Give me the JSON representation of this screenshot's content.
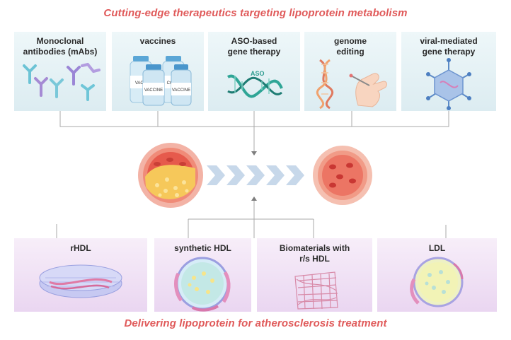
{
  "top_title": "Cutting-edge therapeutics targeting lipoprotein metabolism",
  "bottom_title": "Delivering lipoprotein for atherosclerosis treatment",
  "top_cards": [
    {
      "label_line1": "Monoclonal",
      "label_line2": "antibodies (mAbs)"
    },
    {
      "label_line1": "vaccines",
      "label_line2": ""
    },
    {
      "label_line1": "ASO-based",
      "label_line2": "gene therapy",
      "art_text": "ASO"
    },
    {
      "label_line1": "genome",
      "label_line2": "editing"
    },
    {
      "label_line1": "viral-mediated",
      "label_line2": "gene therapy"
    }
  ],
  "vial_labels": [
    "VACC",
    "VACCINE",
    "VACCINE",
    "CCINE"
  ],
  "bottom_cards": [
    {
      "label_line1": "rHDL",
      "label_line2": ""
    },
    {
      "label_line1": "synthetic HDL",
      "label_line2": ""
    },
    {
      "label_line1": "Biomaterials with",
      "label_line2": "r/s HDL"
    },
    {
      "label_line1": "LDL",
      "label_line2": ""
    }
  ],
  "colors": {
    "title": "#e05a5a",
    "top_card_bg": "#e3f0f4",
    "bottom_card_bg": "#f0e2f5",
    "artery_red": "#e8574f",
    "plaque_yellow": "#f5c04a",
    "arrow_blue": "#c7d8ea"
  }
}
